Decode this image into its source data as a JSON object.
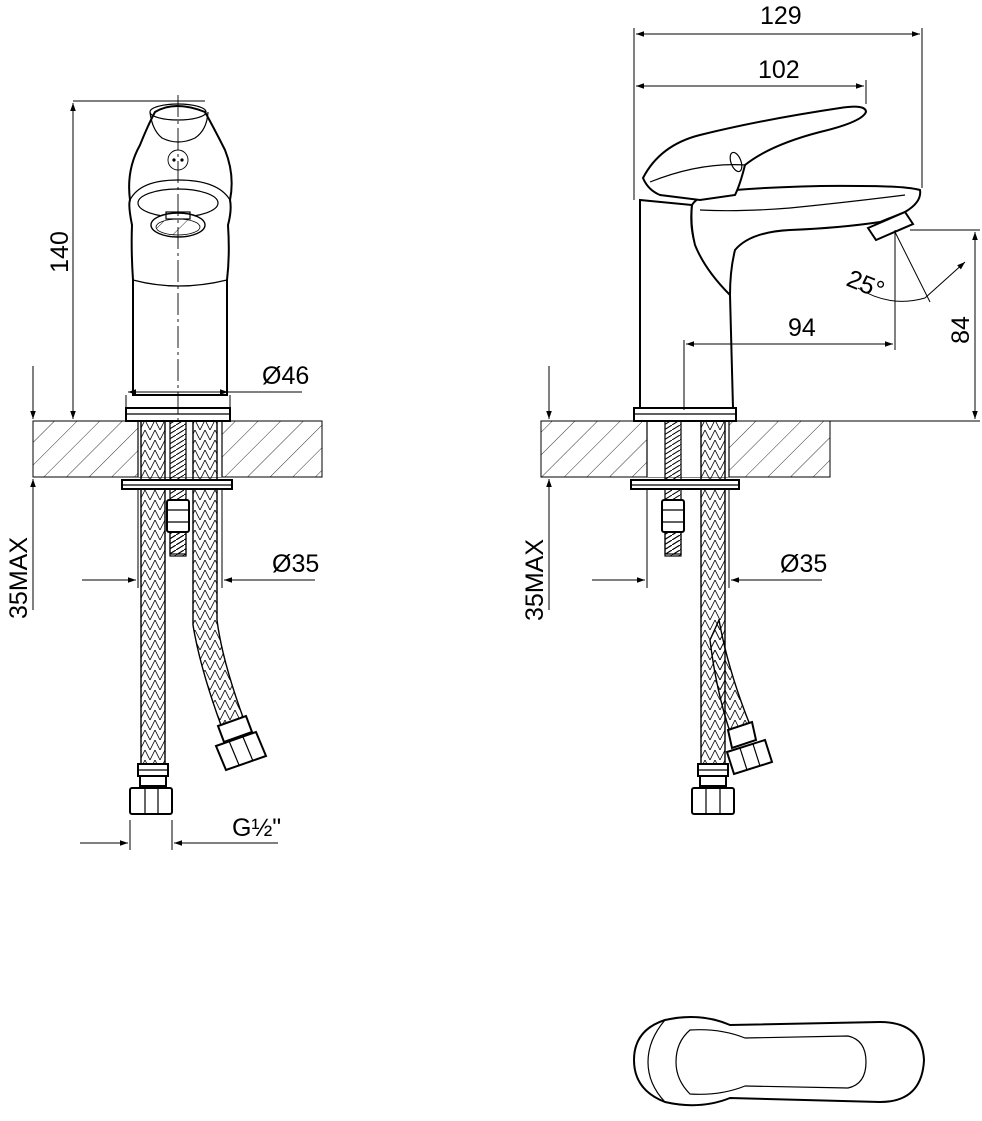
{
  "dimensions": {
    "height_140": "140",
    "base_diameter": "Ø46",
    "hole_diameter_left": "Ø35",
    "max_thickness_left": "35MAX",
    "connection_thread": "G½\"",
    "total_length": "129",
    "spout_reach": "102",
    "spout_projection": "94",
    "spout_angle": "25°",
    "spout_height": "84",
    "hole_diameter_right": "Ø35",
    "max_thickness_right": "35MAX"
  }
}
